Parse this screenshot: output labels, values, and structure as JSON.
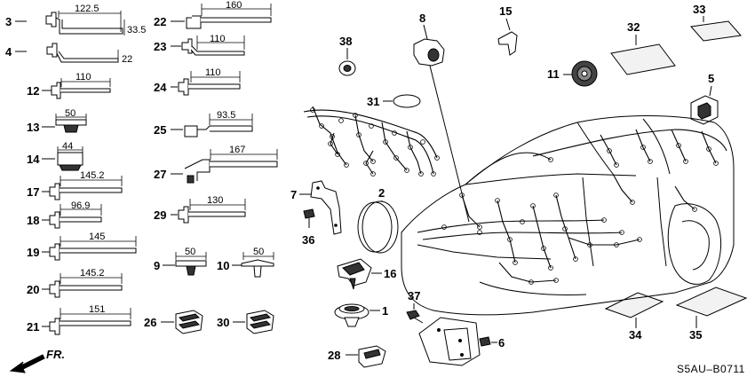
{
  "callouts": {
    "c1": "1",
    "c2": "2",
    "c3": "3",
    "c4": "4",
    "c5": "5",
    "c6": "6",
    "c7": "7",
    "c8": "8",
    "c9": "9",
    "c10": "10",
    "c11": "11",
    "c12": "12",
    "c13": "13",
    "c14": "14",
    "c15": "15",
    "c16": "16",
    "c17": "17",
    "c18": "18",
    "c19": "19",
    "c20": "20",
    "c21": "21",
    "c22": "22",
    "c23": "23",
    "c24": "24",
    "c25": "25",
    "c26": "26",
    "c27": "27",
    "c28": "28",
    "c29": "29",
    "c30": "30",
    "c31": "31",
    "c32": "32",
    "c33": "33",
    "c34": "34",
    "c35": "35",
    "c36": "36",
    "c37": "37",
    "c38": "38"
  },
  "dimensions": {
    "d3_len": "122.5",
    "d3_h": "33.5",
    "d4": "22",
    "d12": "110",
    "d13": "50",
    "d14": "44",
    "d17": "145.2",
    "d18": "96.9",
    "d19": "145",
    "d20": "145.2",
    "d21": "151",
    "d22": "160",
    "d23": "110",
    "d24": "110",
    "d25": "93.5",
    "d27": "167",
    "d29": "130",
    "d9": "50",
    "d10": "50"
  },
  "direction_label": "FR.",
  "diagram_code": "S5AU–B0711"
}
